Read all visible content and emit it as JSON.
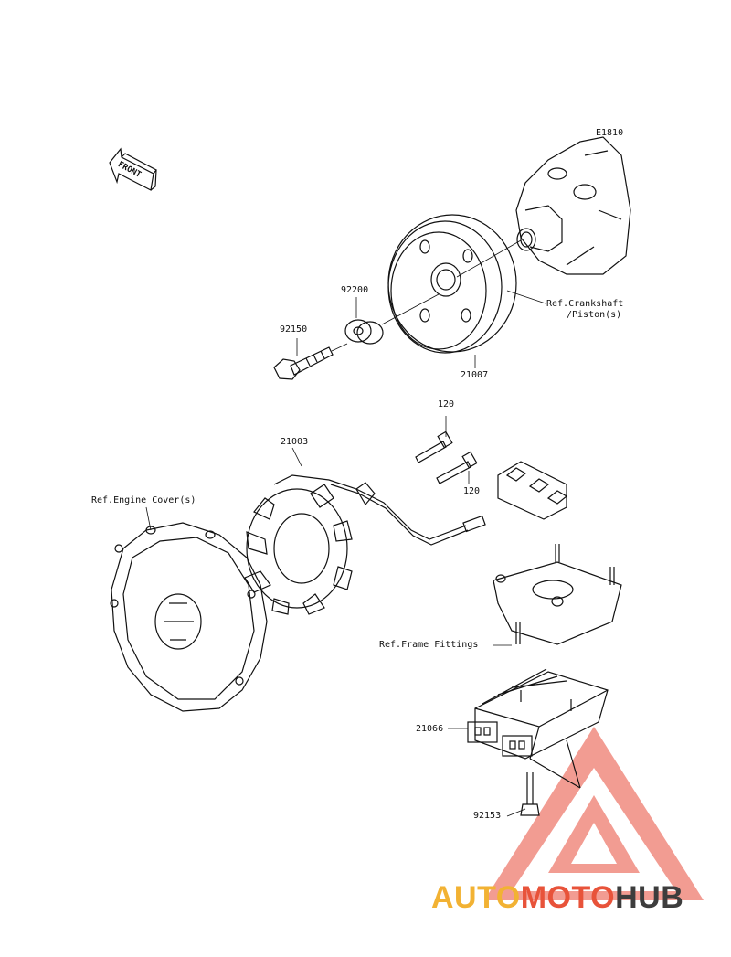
{
  "diagram_code": "E1810",
  "front_label": "FRONT",
  "labels": {
    "ref_crankshaft_1": "Ref.Crankshaft",
    "ref_crankshaft_2": "/Piston(s)",
    "part_92200": "92200",
    "part_92150": "92150",
    "part_21007": "21007",
    "part_120_a": "120",
    "part_120_b": "120",
    "part_21003": "21003",
    "ref_engine_cover": "Ref.Engine Cover(s)",
    "ref_frame_fittings": "Ref.Frame Fittings",
    "part_21066": "21066",
    "part_92153": "92153"
  },
  "watermark": {
    "part1": "AUTO",
    "part2": "MOTO",
    "part3": "HUB"
  }
}
